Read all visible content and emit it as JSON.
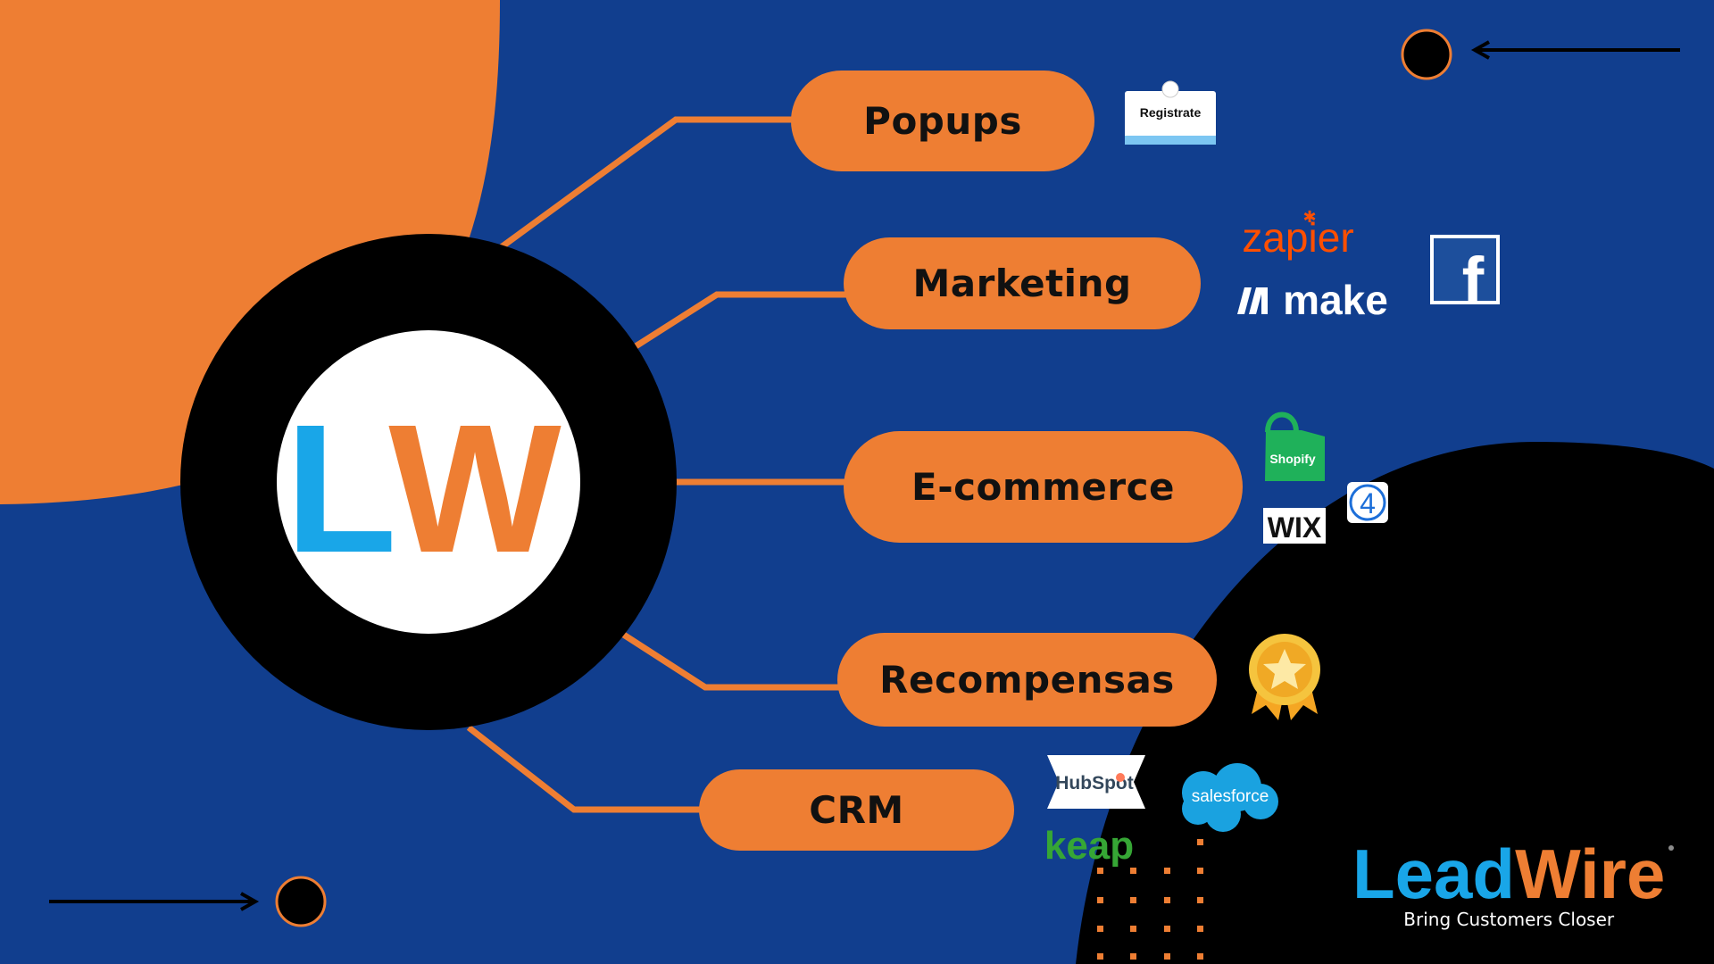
{
  "center_logo": {
    "letter1": "L",
    "letter2": "W"
  },
  "nodes": [
    {
      "id": "popups",
      "label": "Popups"
    },
    {
      "id": "marketing",
      "label": "Marketing"
    },
    {
      "id": "ecommerce",
      "label": "E-commerce"
    },
    {
      "id": "recompensas",
      "label": "Recompensas"
    },
    {
      "id": "crm",
      "label": "CRM"
    }
  ],
  "integrations": {
    "popup_card": "Registrate",
    "zapier": "zapier",
    "make": "make",
    "facebook": "f",
    "shopify": "Shopify",
    "wix": "WIX",
    "four": "4",
    "hubspot": "HubSpot",
    "salesforce": "salesforce",
    "keap": "keap"
  },
  "brand": {
    "lead": "Lead",
    "wire": "Wire",
    "tagline": "Bring Customers Closer"
  },
  "colors": {
    "background": "#113e8e",
    "orange": "#ee7e33",
    "black": "#000000",
    "blue_accent": "#19a6e8"
  }
}
